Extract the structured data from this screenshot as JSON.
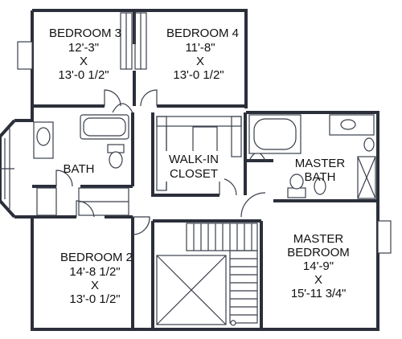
{
  "rooms": {
    "bedroom3": {
      "name": "BEDROOM 3",
      "width": "12'-3\"",
      "x": "X",
      "depth": "13'-0 1/2\""
    },
    "bedroom4": {
      "name": "BEDROOM 4",
      "width": "11'-8\"",
      "x": "X",
      "depth": "13'-0 1/2\""
    },
    "bath": {
      "name": "BATH"
    },
    "walkin_closet": {
      "line1": "WALK-IN",
      "line2": "CLOSET"
    },
    "master_bath": {
      "line1": "MASTER",
      "line2": "BATH"
    },
    "bedroom2": {
      "name": "BEDROOM 2",
      "width": "14'-8 1/2\"",
      "x": "X",
      "depth": "13'-0 1/2\""
    },
    "master_bedroom": {
      "line1": "MASTER",
      "line2": "BEDROOM",
      "width": "14'-9\"",
      "x": "X",
      "depth": "15'-11 3/4\""
    }
  },
  "colors": {
    "wall": "#2b2f3a",
    "paper": "#ffffff"
  }
}
